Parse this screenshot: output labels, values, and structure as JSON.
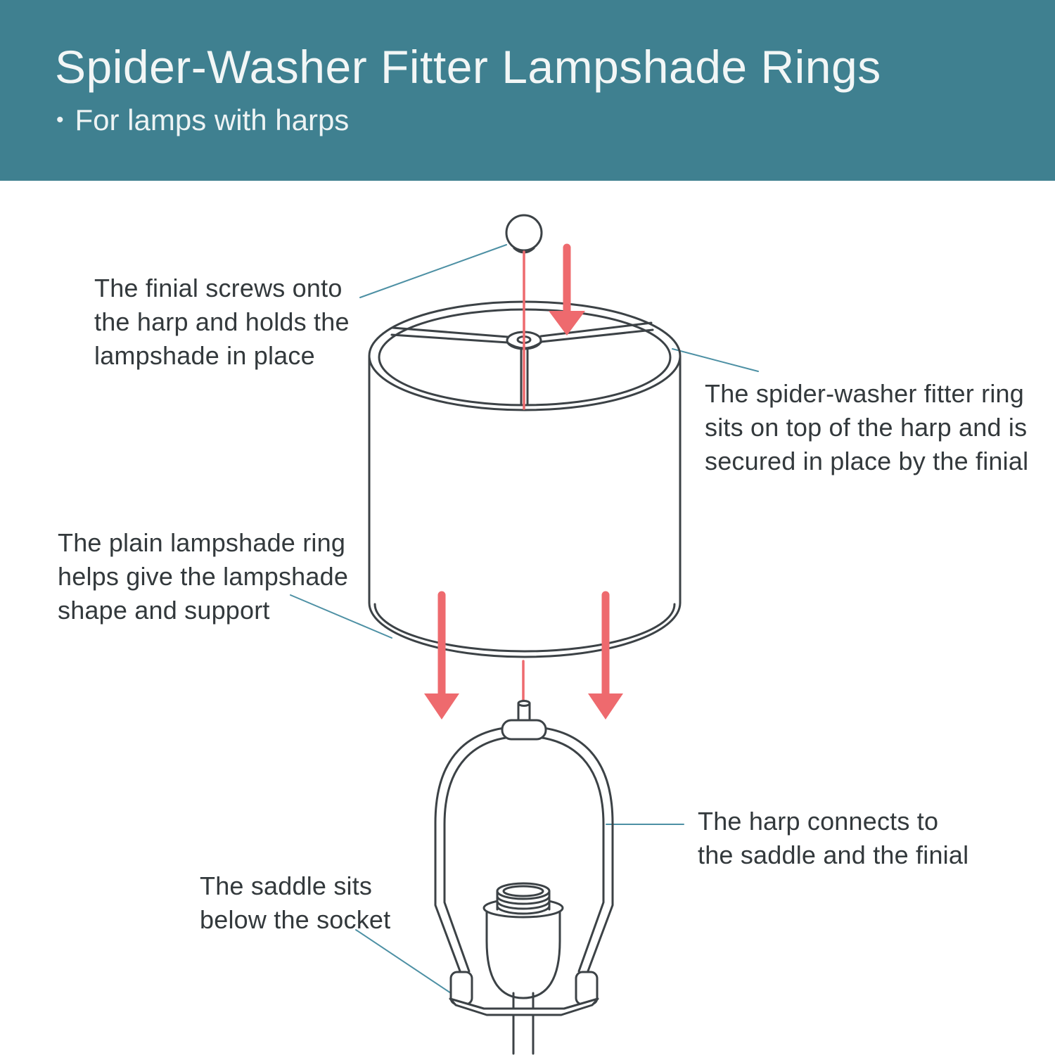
{
  "header": {
    "title": "Spider-Washer Fitter Lampshade Rings",
    "bullet": "•",
    "subtitle": "For lamps with harps",
    "background_color": "#3F8090",
    "text_color": "#F2F6F6"
  },
  "colors": {
    "page_background": "#FFFFFF",
    "drawing_line": "#3C4246",
    "arrow_red": "#EE6A6E",
    "leader_line": "#4D90A4",
    "annotation_text": "#33393C"
  },
  "annotations": {
    "finial": {
      "lines": [
        "The finial screws onto",
        "the harp and holds the",
        "lampshade in place"
      ]
    },
    "spider_washer": {
      "lines": [
        "The spider-washer fitter ring",
        "sits on top of the harp and is",
        "secured in place by the finial"
      ]
    },
    "plain_ring": {
      "lines": [
        "The plain lampshade ring",
        "helps give the lampshade",
        "shape and support"
      ]
    },
    "harp": {
      "lines": [
        "The harp connects to",
        "the saddle and the finial"
      ]
    },
    "saddle": {
      "lines": [
        "The saddle sits",
        "below the socket"
      ]
    }
  },
  "diagram": {
    "parts": [
      "finial",
      "spider-washer fitter ring",
      "lampshade",
      "harp",
      "socket",
      "saddle",
      "lamp pipe"
    ],
    "arrow_icon": "down-arrow"
  }
}
